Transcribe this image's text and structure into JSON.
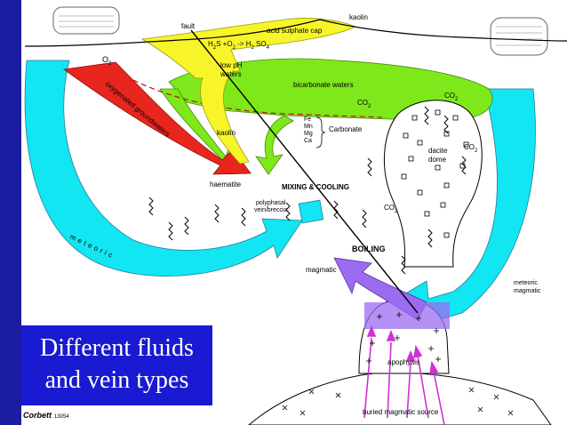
{
  "labels": {
    "fault": "fault",
    "kaolin_top": "kaolin",
    "acid_cap": "acid sulphate cap",
    "reaction_lhs": "H",
    "reaction_mid1": "S +O",
    "reaction_mid2": " -> H",
    "reaction_end": " SO",
    "o2": "O",
    "low_ph_1": "low pH",
    "low_ph_2": "waters",
    "bicarbonate": "bicarbonate waters",
    "co2_a": "CO",
    "co2_b": "CO",
    "co2_c": "CO",
    "co2_d": "CO",
    "oxygenated": "oxygenated groundwaters",
    "kaolin_mid": "kaolin",
    "fe": "Fe",
    "mn": "Mn",
    "mg": "Mg",
    "ca": "Ca",
    "carbonate": "Carbonate",
    "dacite_1": "dacite",
    "dacite_2": "dome",
    "haematite": "haematite",
    "mixing": "MIXING & COOLING",
    "polyphasal_1": "polyphasal",
    "polyphasal_2": "vein/breccia",
    "meteoric_left": "meteoric",
    "boiling": "BOILING",
    "magmatic": "magmatic",
    "meteoric_right_1": "meteoric",
    "meteoric_right_2": "magmatic",
    "apophysis": "apophysis",
    "buried_source": "buried magmatic source",
    "sub2": "2",
    "sub4": "4"
  },
  "caption": {
    "line1": "Different fluids",
    "line2": "and vein types"
  },
  "credit": {
    "name": "Corbett",
    "number": "13054"
  },
  "colors": {
    "sidebar": "#1c1ca0",
    "caption_bg": "#1a1ad2",
    "cyan": "#11e6f2",
    "green": "#7ee81a",
    "yellow": "#f7f52a",
    "red": "#e8261e",
    "purple": "#9b6cf2",
    "magenta_arrow": "#d030d8"
  }
}
